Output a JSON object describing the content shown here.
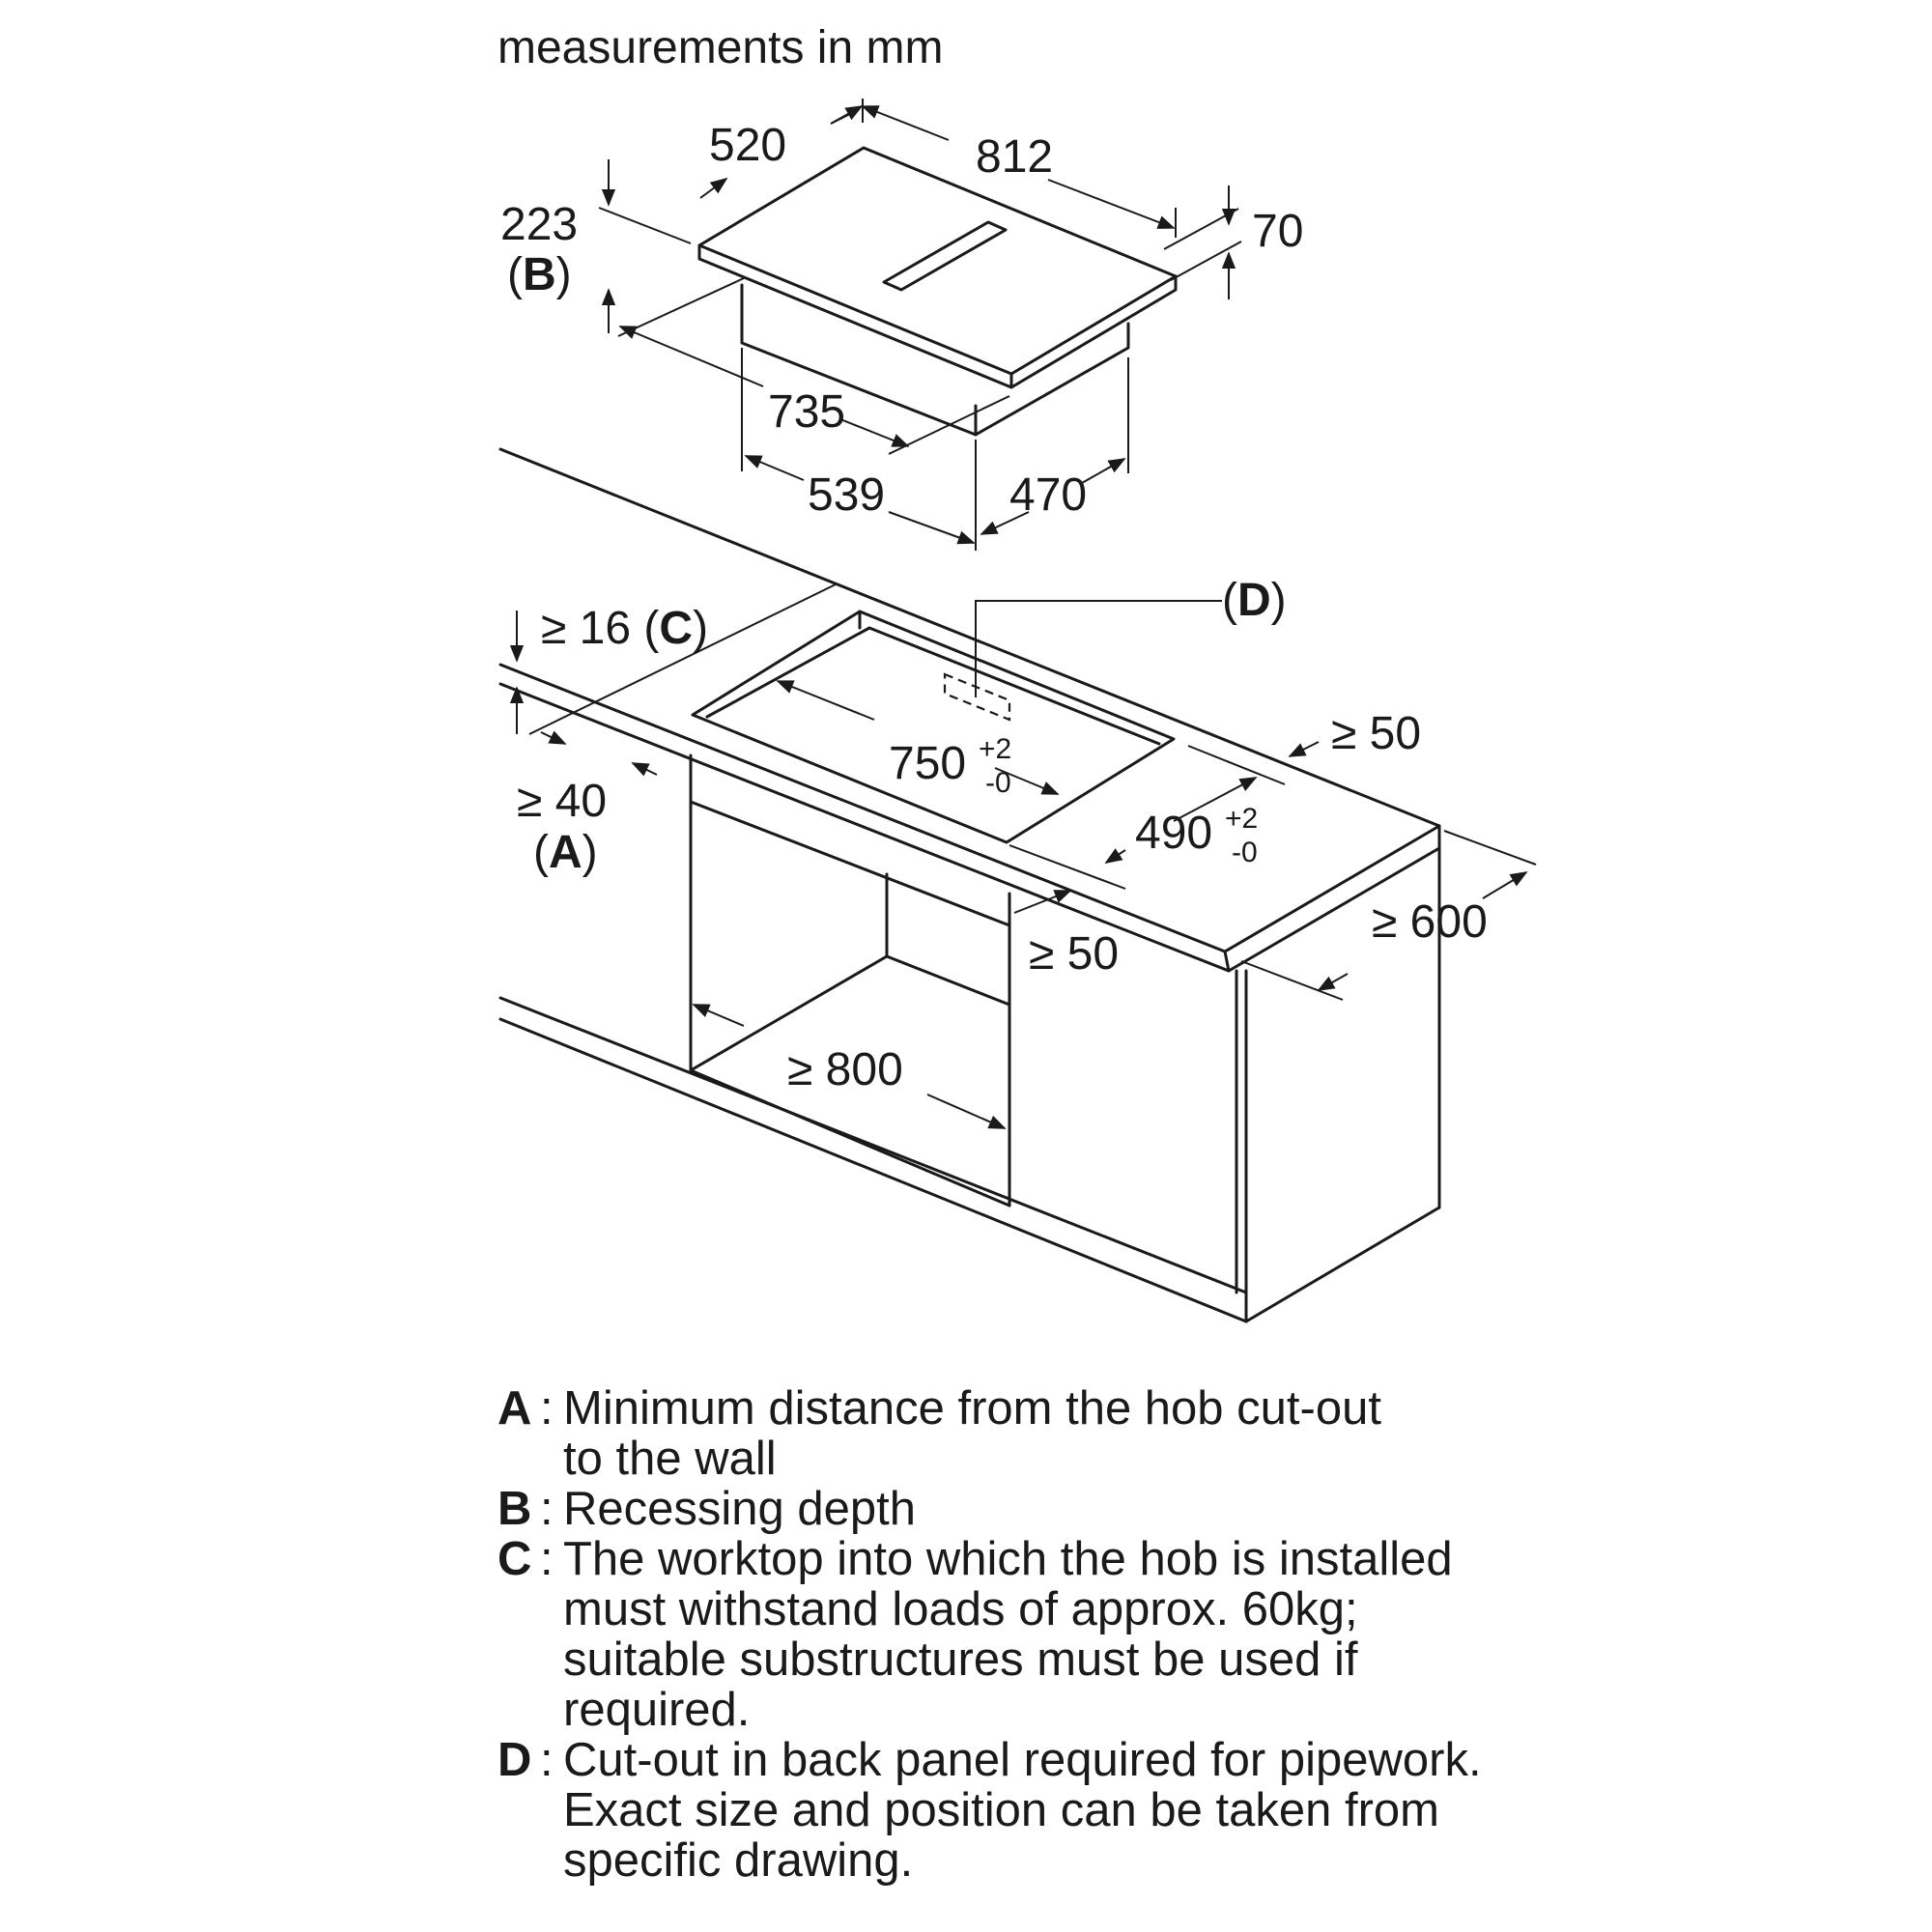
{
  "header": {
    "units": "measurements in mm"
  },
  "hob_dimensions": {
    "width": "812",
    "depth": "520",
    "height": "70",
    "recess_depth": "223",
    "recess_ref": "B",
    "body_width": "735",
    "body_depth_front": "539",
    "body_depth_side": "470"
  },
  "cutout_dimensions": {
    "worktop_thickness": "≥ 16",
    "worktop_ref": "C",
    "wall_distance": "≥ 40",
    "wall_ref": "A",
    "cutout_width": "750",
    "cutout_width_tol_plus": "+2",
    "cutout_width_tol_minus": "-0",
    "cutout_depth": "490",
    "cutout_depth_tol_plus": "+2",
    "cutout_depth_tol_minus": "-0",
    "side_clearance": "≥ 50",
    "front_clearance": "≥ 50",
    "cabinet_depth": "≥ 600",
    "cabinet_width": "≥ 800",
    "pipework_ref": "D"
  },
  "legend": [
    {
      "key": "A",
      "lines": [
        "Minimum distance from the hob cut-out",
        "to the wall"
      ]
    },
    {
      "key": "B",
      "lines": [
        "Recessing depth"
      ]
    },
    {
      "key": "C",
      "lines": [
        "The worktop into which the hob is installed",
        "must withstand loads of approx. 60kg;",
        "suitable substructures must be used if",
        "required."
      ]
    },
    {
      "key": "D",
      "lines": [
        "Cut-out in back panel required for pipework.",
        "Exact size and position can be taken from",
        "specific drawing."
      ]
    }
  ]
}
